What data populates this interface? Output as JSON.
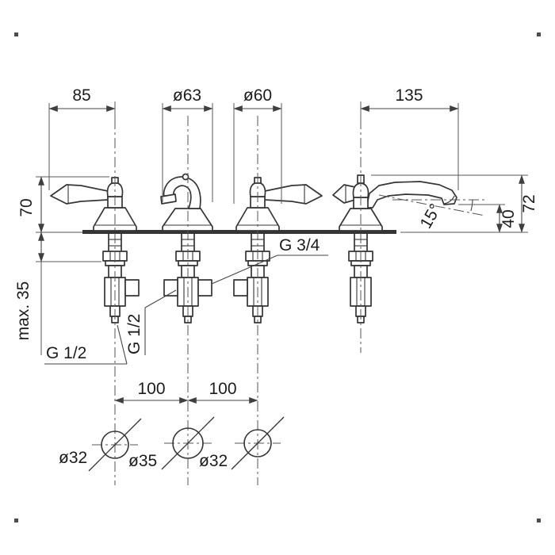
{
  "page": {
    "background": "#ffffff",
    "line_color": "#353535",
    "dim_color": "#464646",
    "text_color": "#1c1c1c"
  },
  "labels": {
    "top": {
      "lever_reach": "85",
      "spout_base_dia": "ø63",
      "handle_base_dia": "ø60",
      "spout_projection": "135"
    },
    "left": {
      "handle_height": "70",
      "max_mounting_thickness": "max. 35"
    },
    "threads": {
      "left_valve": "G 1/2",
      "center_valve": "G 1/2",
      "spout_connection": "G 3/4"
    },
    "right": {
      "spout_angle": "15°",
      "outlet_height": "40",
      "overall_height": "72"
    },
    "bottom": {
      "hole_spacing_left": "100",
      "hole_spacing_right": "100",
      "hole_dia_left": "ø32",
      "hole_dia_center": "ø35",
      "hole_dia_right": "ø32"
    }
  }
}
